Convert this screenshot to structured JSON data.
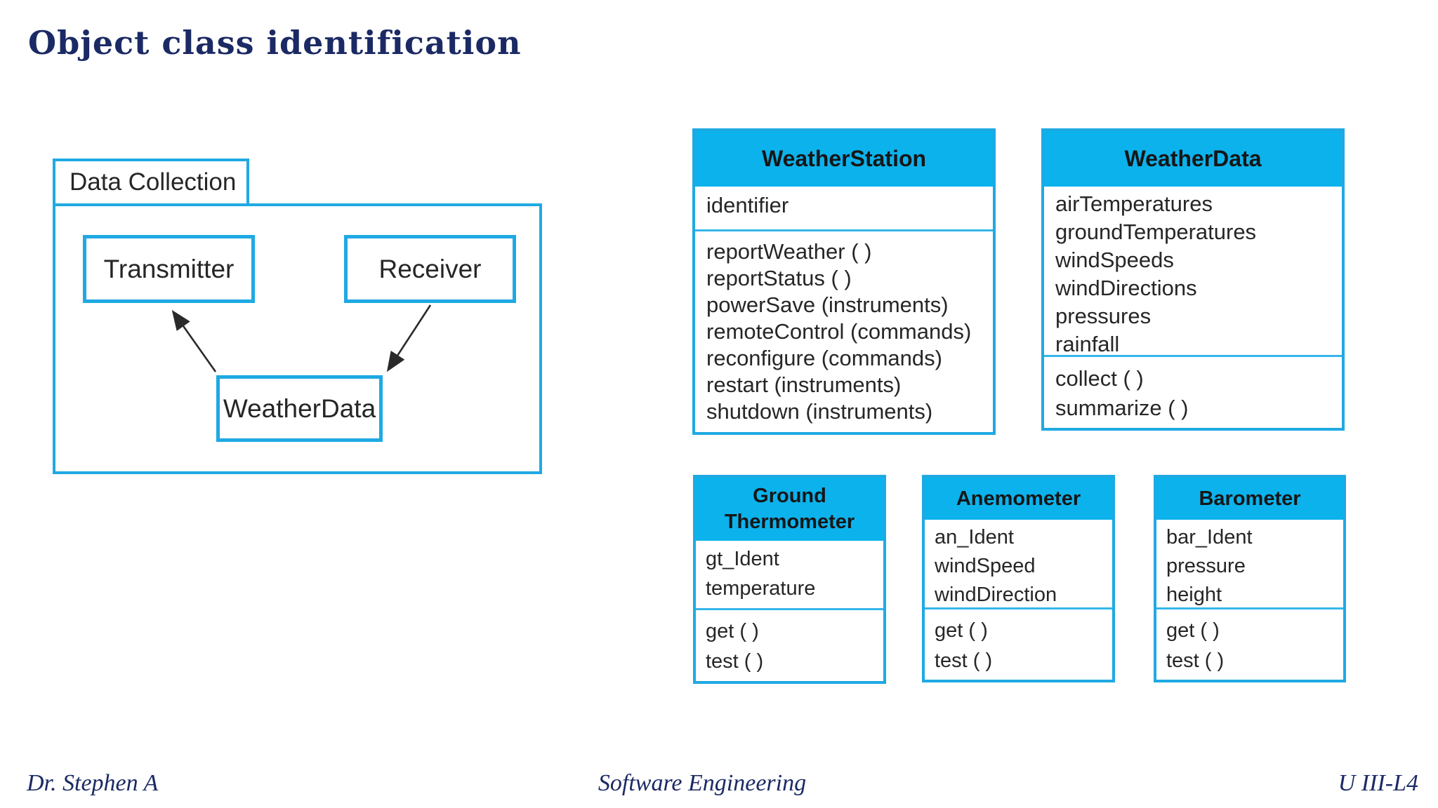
{
  "title": "Object class identification",
  "colors": {
    "cyan_fill": "#0cb2ec",
    "cyan_border": "#1fa9e3",
    "navy": "#1b2a64",
    "text_dark": "#262626"
  },
  "package_diagram": {
    "package_label": "Data Collection",
    "nodes": [
      {
        "label": "Transmitter"
      },
      {
        "label": "Receiver"
      },
      {
        "label": "WeatherData"
      }
    ],
    "arrows": [
      {
        "from": "WeatherData",
        "to": "Transmitter"
      },
      {
        "from": "Receiver",
        "to": "WeatherData"
      }
    ]
  },
  "classes": [
    {
      "name": "WeatherStation",
      "attributes": [
        "identifier"
      ],
      "methods": [
        "reportWeather ( )",
        "reportStatus ( )",
        "powerSave (instruments)",
        "remoteControl (commands)",
        "reconfigure (commands)",
        "restart (instruments)",
        "shutdown (instruments)"
      ]
    },
    {
      "name": "WeatherData",
      "attributes": [
        "airTemperatures",
        "groundTemperatures",
        "windSpeeds",
        "windDirections",
        "pressures",
        "rainfall"
      ],
      "methods": [
        "collect ( )",
        "summarize ( )"
      ]
    },
    {
      "name": "Ground Thermometer",
      "attributes": [
        "gt_Ident",
        "temperature"
      ],
      "methods": [
        "get ( )",
        "test ( )"
      ]
    },
    {
      "name": "Anemometer",
      "attributes": [
        "an_Ident",
        "windSpeed",
        "windDirection"
      ],
      "methods": [
        "get ( )",
        "test ( )"
      ]
    },
    {
      "name": "Barometer",
      "attributes": [
        "bar_Ident",
        "pressure",
        "height"
      ],
      "methods": [
        "get ( )",
        "test ( )"
      ]
    }
  ],
  "footer": {
    "author": "Dr. Stephen A",
    "course": "Software Engineering",
    "lecture_code": "U III-L4"
  }
}
